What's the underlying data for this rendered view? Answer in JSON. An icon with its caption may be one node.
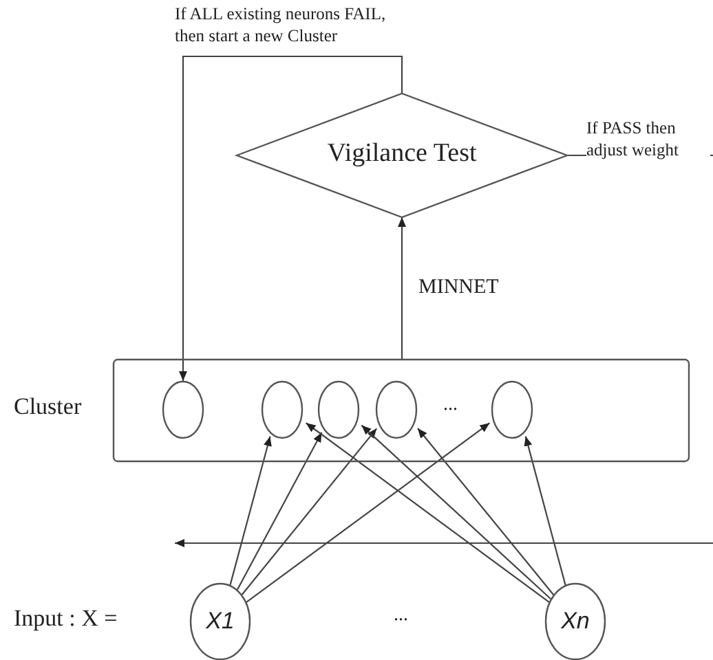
{
  "diagram": {
    "nodes": [
      {
        "text": [
          "Vigilance Test"
        ]
      },
      {
        "text": [
          "Cluster"
        ]
      },
      {
        "text": [],
        "shape": "circle",
        "in": 1
      },
      {
        "text": [],
        "shape": "circle",
        "in": 1
      },
      {
        "text": [],
        "shape": "circle",
        "in": 1
      },
      {
        "text": [],
        "shape": "circle",
        "in": 1
      },
      {
        "text": [],
        "shape": "circle",
        "in": 1
      },
      {
        "text": [
          "X1"
        ]
      },
      {
        "text": [
          "Xn"
        ]
      }
    ],
    "edges": [
      {
        "from": 0,
        "to": 2,
        "arrow": "to",
        "label": "If ALL existing neurons FAIL, then start a new Cluster"
      },
      {
        "from": 0,
        "to": null,
        "arrow": "none",
        "label": "If PASS then adjust weight"
      },
      {
        "from": 1,
        "to": 0,
        "arrow": "to",
        "label": "MINNET"
      },
      {
        "from": 7,
        "to": 3,
        "arrow": "to"
      },
      {
        "from": 7,
        "to": 4,
        "arrow": "to"
      },
      {
        "from": 7,
        "to": 5,
        "arrow": "to"
      },
      {
        "from": 7,
        "to": 6,
        "arrow": "to"
      },
      {
        "from": 8,
        "to": 3,
        "arrow": "to"
      },
      {
        "from": 8,
        "to": 4,
        "arrow": "to"
      },
      {
        "from": 8,
        "to": 5,
        "arrow": "to"
      },
      {
        "from": 8,
        "to": 6,
        "arrow": "to"
      }
    ],
    "labels": [
      "...",
      "Input : X =",
      "..."
    ]
  }
}
